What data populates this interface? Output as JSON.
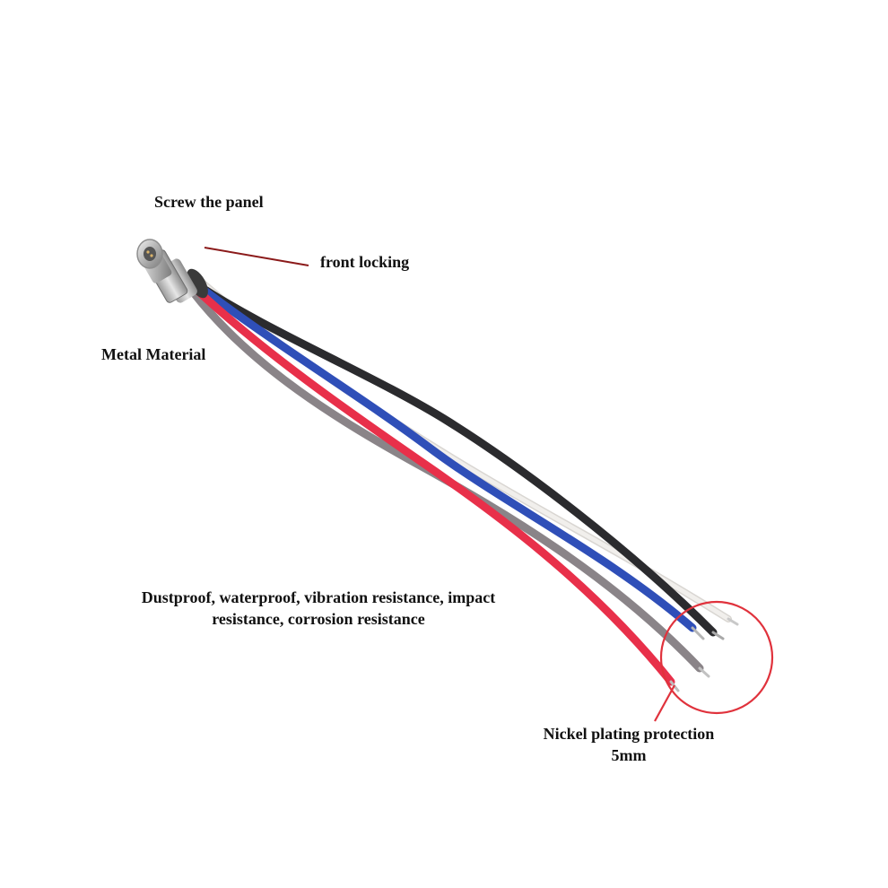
{
  "annotations": {
    "screw_panel": "Screw the panel",
    "front_locking": "front locking",
    "metal_material": "Metal Material",
    "features": "Dustproof, waterproof, vibration resistance, impact resistance, corrosion resistance",
    "nickel_line1": "Nickel plating protection",
    "nickel_line2": "5mm"
  },
  "colors": {
    "callout": "#8b1a1a",
    "circle": "#e0323c",
    "wire_black": "#2b2b2e",
    "wire_red": "#e8304a",
    "wire_blue": "#2f4fb8",
    "wire_gray": "#8a8488",
    "wire_white": "#e9e6e2"
  }
}
